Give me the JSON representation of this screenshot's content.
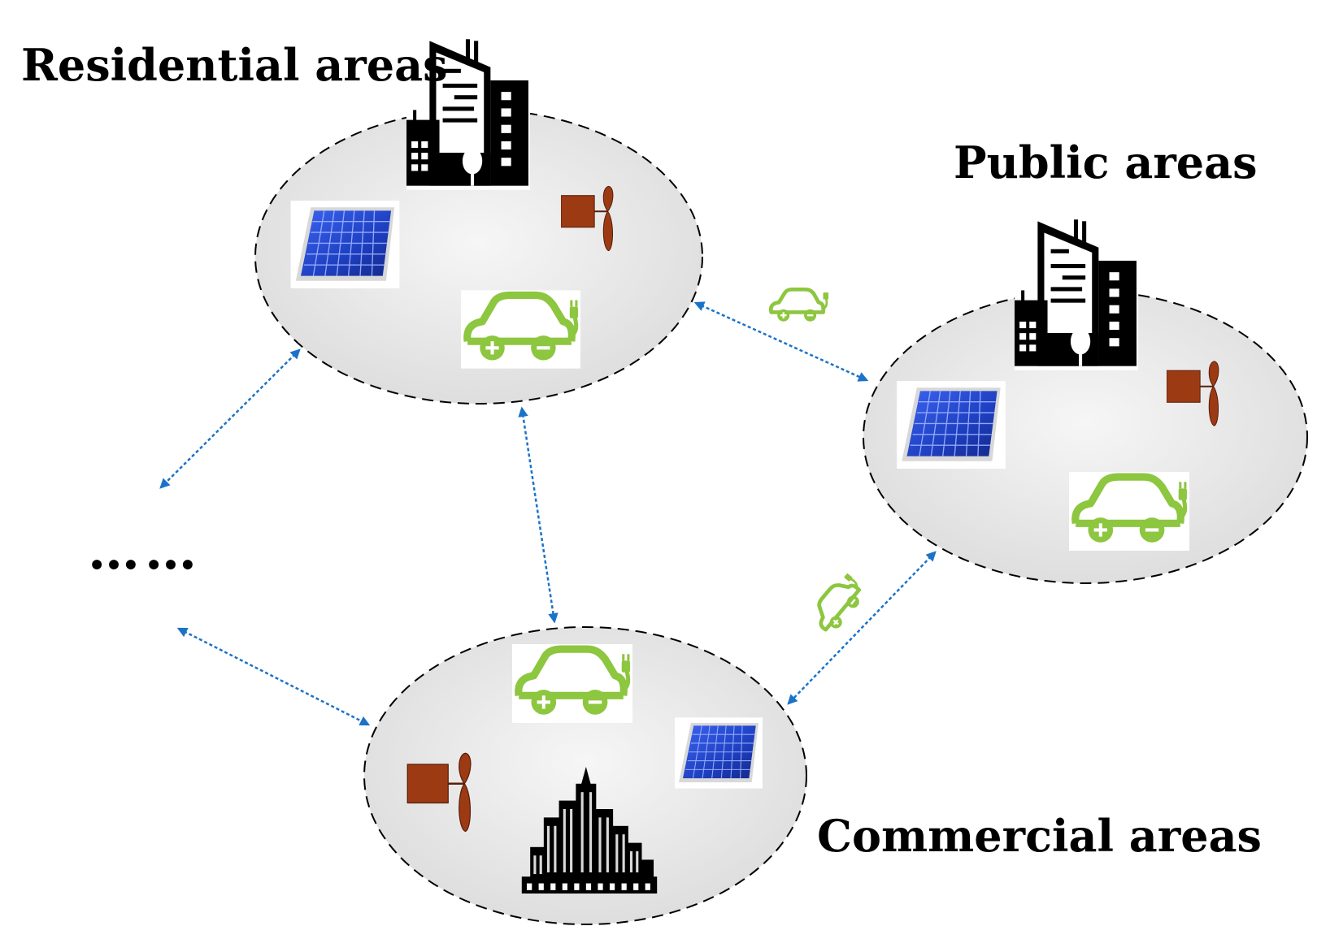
{
  "diagram": {
    "labels": {
      "residential": "Residential areas",
      "public": "Public areas",
      "commercial": "Commercial areas",
      "more": "……"
    },
    "colors": {
      "area_fill": "#efefef",
      "area_border": "#000000",
      "arrow": "#1a73c8",
      "ev_green": "#8dc63f",
      "solar_blue": "#1f3fbf",
      "wind_brown": "#9c3a14",
      "building_black": "#000000"
    },
    "icons": [
      "building-icon",
      "solar-panel-icon",
      "wind-turbine-icon",
      "electric-car-icon",
      "city-skyline-icon",
      "double-arrow-icon"
    ]
  }
}
